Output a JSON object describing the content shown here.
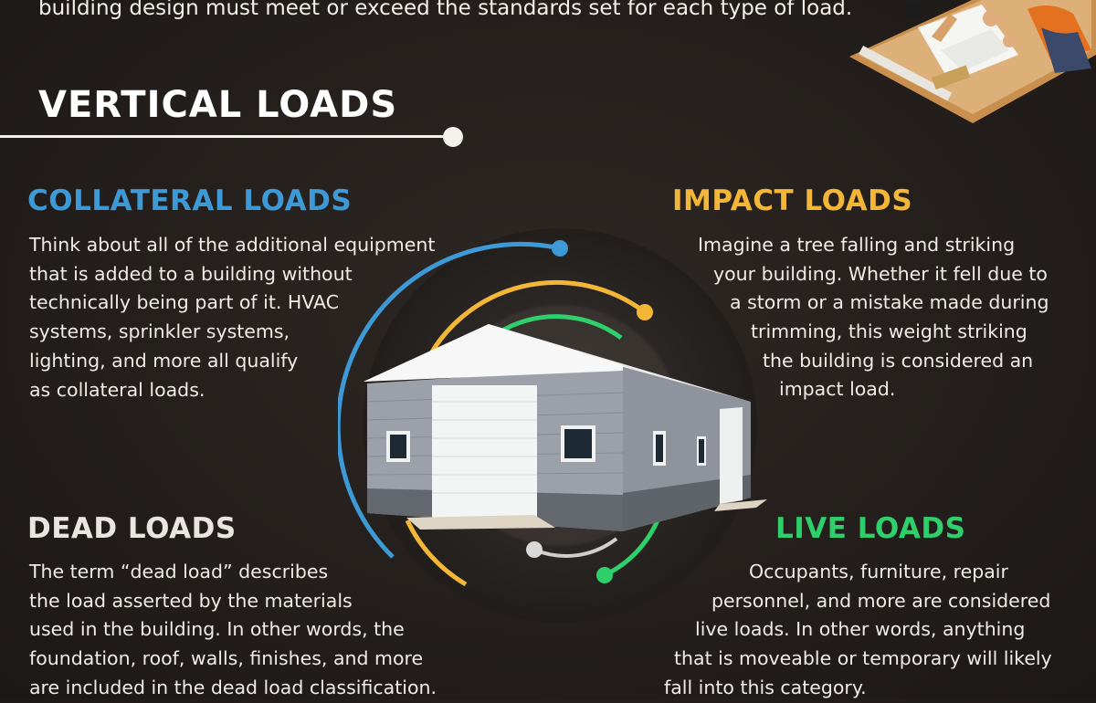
{
  "intro": {
    "text": "building design must meet or exceed the standards set for each type of load."
  },
  "section": {
    "title": "VERTICAL LOADS"
  },
  "colors": {
    "collateral": "#3d9ad6",
    "impact": "#f3b637",
    "dead": "#e9e6e1",
    "live": "#2fd06c"
  },
  "cards": {
    "collateral": {
      "title": "COLLATERAL LOADS",
      "lines": [
        "Think about all of the additional equipment",
        "that is added to a building without",
        "technically being part of it. HVAC",
        "systems, sprinkler systems,",
        "lighting, and more all qualify",
        "as collateral loads."
      ]
    },
    "impact": {
      "title": "IMPACT LOADS",
      "lines": [
        "Imagine a tree falling and striking",
        "your building. Whether it fell due to",
        "a storm or a mistake made during",
        "trimming, this weight striking",
        "the building is considered an",
        "impact load."
      ]
    },
    "dead": {
      "title": "DEAD LOADS",
      "lines": [
        "The term “dead load” describes",
        "the load asserted by the materials",
        "used in the building. In other words, the",
        "foundation, roof, walls, finishes, and more",
        "are included in the dead load classification."
      ]
    },
    "live": {
      "title": "LIVE LOADS",
      "lines": [
        "Occupants, furniture, repair",
        "personnel, and more are considered",
        "live loads. In other words, anything",
        "that is moveable or temporary will likely",
        "fall into this category."
      ]
    }
  }
}
